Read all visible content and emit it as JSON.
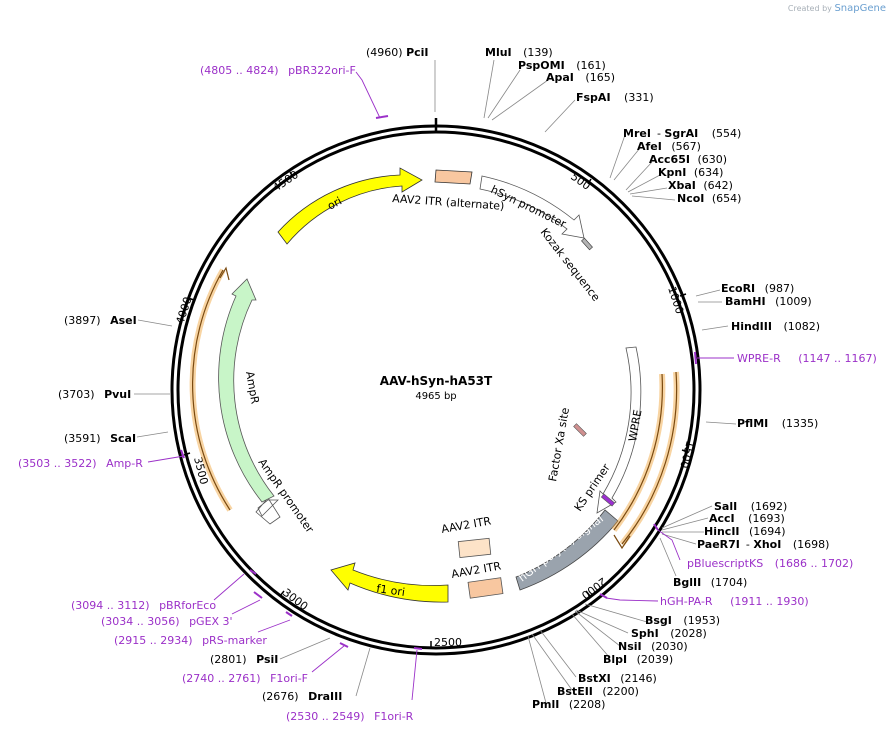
{
  "credit": {
    "prefix": "Created by",
    "brand": "SnapGene"
  },
  "plasmid": {
    "name": "AAV-hSyn-hA53T",
    "length_label": "4965 bp",
    "total_bp": 4965
  },
  "ticks": [
    {
      "label": "500",
      "bp": 500
    },
    {
      "label": "1000",
      "bp": 1000
    },
    {
      "label": "1500",
      "bp": 1500
    },
    {
      "label": "2000",
      "bp": 2000
    },
    {
      "label": "2500",
      "bp": 2500
    },
    {
      "label": "3000",
      "bp": 3000
    },
    {
      "label": "3500",
      "bp": 3500
    },
    {
      "label": "4000",
      "bp": 4000
    },
    {
      "label": "4500",
      "bp": 4500
    }
  ],
  "features": [
    {
      "name": "ori",
      "label": "ori",
      "color": "#ffff00"
    },
    {
      "name": "aav2-itr-alternate",
      "label": "AAV2 ITR (alternate)",
      "color": "#f8c7a0"
    },
    {
      "name": "hsyn-promoter",
      "label": "hSyn promoter",
      "color": "#ffffff"
    },
    {
      "name": "kozak-sequence",
      "label": "Kozak sequence",
      "color": "#b3b3b3"
    },
    {
      "name": "wpre",
      "label": "WPRE",
      "color": "#ffffff"
    },
    {
      "name": "factor-xa-site",
      "label": "Factor Xa site",
      "color": "#d09090"
    },
    {
      "name": "ks-primer",
      "label": "KS primer",
      "color": "#9b30d0"
    },
    {
      "name": "hgh-polya-signal",
      "label": "hGH poly(A) signal",
      "color": "#9aa3ad"
    },
    {
      "name": "aav2-itr-1",
      "label": "AAV2 ITR",
      "color": "#fde3c8"
    },
    {
      "name": "aav2-itr-2",
      "label": "AAV2 ITR",
      "color": "#f8c7a0"
    },
    {
      "name": "f1-ori",
      "label": "f1 ori",
      "color": "#ffff00"
    },
    {
      "name": "ampr-promoter",
      "label": "AmpR promoter",
      "color": "#ffffff"
    },
    {
      "name": "ampr",
      "label": "AmpR",
      "color": "#c8f5c8"
    }
  ],
  "sites": [
    {
      "name": "PciI",
      "pos": "(4960)"
    },
    {
      "name": "MluI",
      "pos": "(139)"
    },
    {
      "name": "PspOMI",
      "pos": "(161)"
    },
    {
      "name": "ApaI",
      "pos": "(165)"
    },
    {
      "name": "FspAI",
      "pos": "(331)"
    },
    {
      "name": "MreI",
      "name2": "SgrAI",
      "pos": "(554)"
    },
    {
      "name": "AfeI",
      "pos": "(567)"
    },
    {
      "name": "Acc65I",
      "pos": "(630)"
    },
    {
      "name": "KpnI",
      "pos": "(634)"
    },
    {
      "name": "XbaI",
      "pos": "(642)"
    },
    {
      "name": "NcoI",
      "pos": "(654)"
    },
    {
      "name": "EcoRI",
      "pos": "(987)"
    },
    {
      "name": "BamHI",
      "pos": "(1009)"
    },
    {
      "name": "HindIII",
      "pos": "(1082)"
    },
    {
      "name": "PflMI",
      "pos": "(1335)"
    },
    {
      "name": "SalI",
      "pos": "(1692)"
    },
    {
      "name": "AccI",
      "pos": "(1693)"
    },
    {
      "name": "HincII",
      "pos": "(1694)"
    },
    {
      "name": "PaeR7I",
      "name2": "XhoI",
      "pos": "(1698)"
    },
    {
      "name": "BglII",
      "pos": "(1704)"
    },
    {
      "name": "BsgI",
      "pos": "(1953)"
    },
    {
      "name": "SphI",
      "pos": "(2028)"
    },
    {
      "name": "NsiI",
      "pos": "(2030)"
    },
    {
      "name": "BlpI",
      "pos": "(2039)"
    },
    {
      "name": "BstXI",
      "pos": "(2146)"
    },
    {
      "name": "BstEII",
      "pos": "(2200)"
    },
    {
      "name": "PmlI",
      "pos": "(2208)"
    },
    {
      "name": "DraIII",
      "pos": "(2676)"
    },
    {
      "name": "PsiI",
      "pos": "(2801)"
    },
    {
      "name": "ScaI",
      "pos": "(3591)"
    },
    {
      "name": "PvuI",
      "pos": "(3703)"
    },
    {
      "name": "AseI",
      "pos": "(3897)"
    }
  ],
  "primers": [
    {
      "name": "pBR322ori-F",
      "pos": "(4805 .. 4824)"
    },
    {
      "name": "WPRE-R",
      "pos": "(1147 .. 1167)"
    },
    {
      "name": "pBluescriptKS",
      "pos": "(1686 .. 1702)"
    },
    {
      "name": "hGH-PA-R",
      "pos": "(1911 .. 1930)"
    },
    {
      "name": "F1ori-R",
      "pos": "(2530 .. 2549)"
    },
    {
      "name": "F1ori-F",
      "pos": "(2740 .. 2761)"
    },
    {
      "name": "pRS-marker",
      "pos": "(2915 .. 2934)"
    },
    {
      "name": "pGEX 3'",
      "pos": "(3034 .. 3056)"
    },
    {
      "name": "pBRforEco",
      "pos": "(3094 .. 3112)"
    },
    {
      "name": "Amp-R",
      "pos": "(3503 .. 3522)"
    }
  ],
  "colors": {
    "primer": "#9b30c8",
    "backbone": "#000000",
    "line": "#888888",
    "orange_outline": "#f0a030",
    "highlight": "#fde8c0"
  }
}
